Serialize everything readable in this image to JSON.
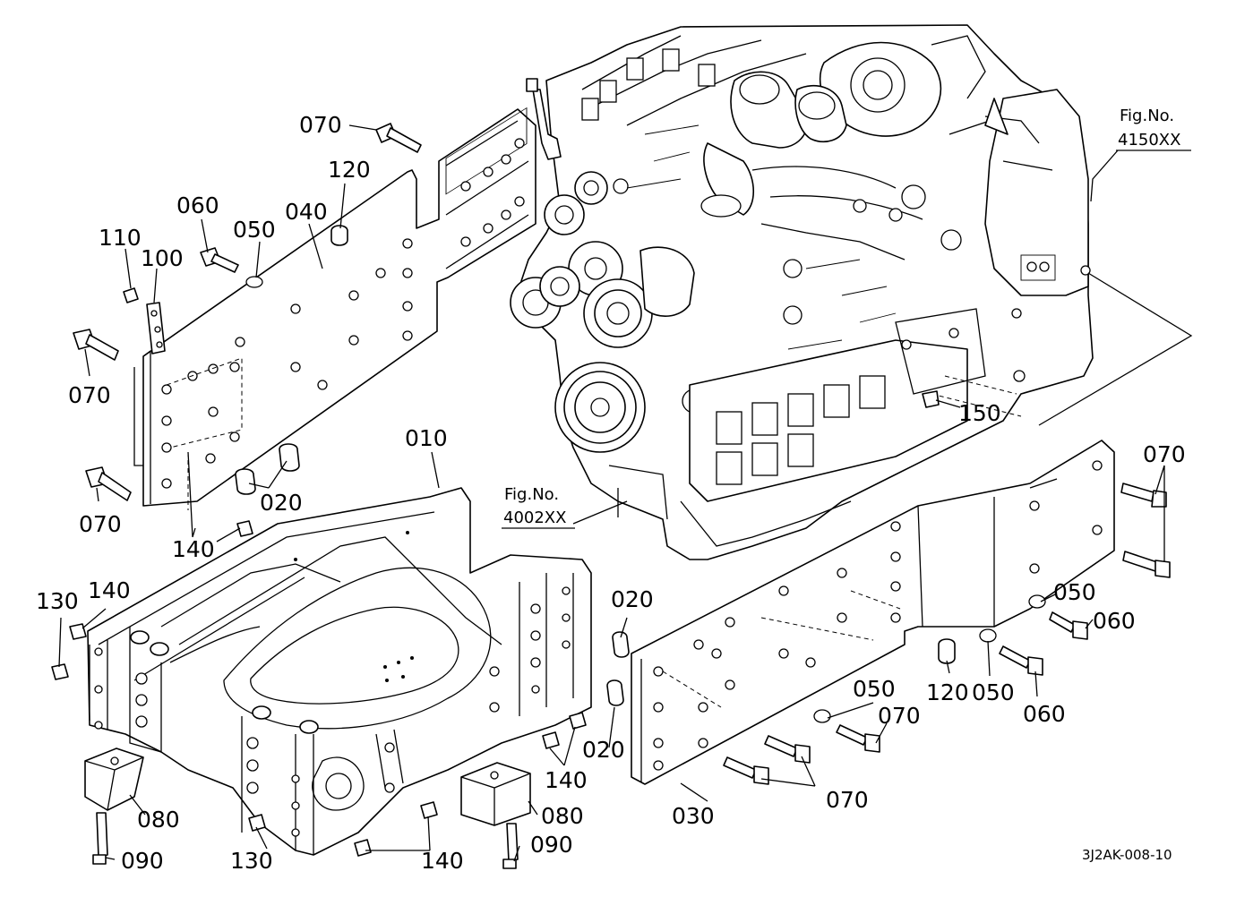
{
  "figure": {
    "drawing_code": "3J2AK-008-10",
    "references": [
      {
        "id": "fig-4150",
        "title": "Fig.No.",
        "number": "4150XX"
      },
      {
        "id": "fig-4002",
        "title": "Fig.No.",
        "number": "4002XX"
      }
    ],
    "callouts": [
      {
        "id": "c1",
        "text": "070"
      },
      {
        "id": "c2",
        "text": "120"
      },
      {
        "id": "c3",
        "text": "060"
      },
      {
        "id": "c4",
        "text": "050"
      },
      {
        "id": "c5",
        "text": "040"
      },
      {
        "id": "c6",
        "text": "110"
      },
      {
        "id": "c7",
        "text": "100"
      },
      {
        "id": "c8",
        "text": "070"
      },
      {
        "id": "c9",
        "text": "010"
      },
      {
        "id": "c10",
        "text": "020"
      },
      {
        "id": "c11",
        "text": "070"
      },
      {
        "id": "c12",
        "text": "140"
      },
      {
        "id": "c13",
        "text": "130"
      },
      {
        "id": "c14",
        "text": "140"
      },
      {
        "id": "c15",
        "text": "150"
      },
      {
        "id": "c16",
        "text": "070"
      },
      {
        "id": "c17",
        "text": "020"
      },
      {
        "id": "c18",
        "text": "050"
      },
      {
        "id": "c19",
        "text": "060"
      },
      {
        "id": "c20",
        "text": "120"
      },
      {
        "id": "c21",
        "text": "050"
      },
      {
        "id": "c22",
        "text": "060"
      },
      {
        "id": "c23",
        "text": "050"
      },
      {
        "id": "c24",
        "text": "070"
      },
      {
        "id": "c25",
        "text": "020"
      },
      {
        "id": "c26",
        "text": "140"
      },
      {
        "id": "c27",
        "text": "070"
      },
      {
        "id": "c28",
        "text": "080"
      },
      {
        "id": "c29",
        "text": "080"
      },
      {
        "id": "c30",
        "text": "030"
      },
      {
        "id": "c31",
        "text": "090"
      },
      {
        "id": "c32",
        "text": "130"
      },
      {
        "id": "c33",
        "text": "140"
      },
      {
        "id": "c34",
        "text": "090"
      }
    ]
  }
}
